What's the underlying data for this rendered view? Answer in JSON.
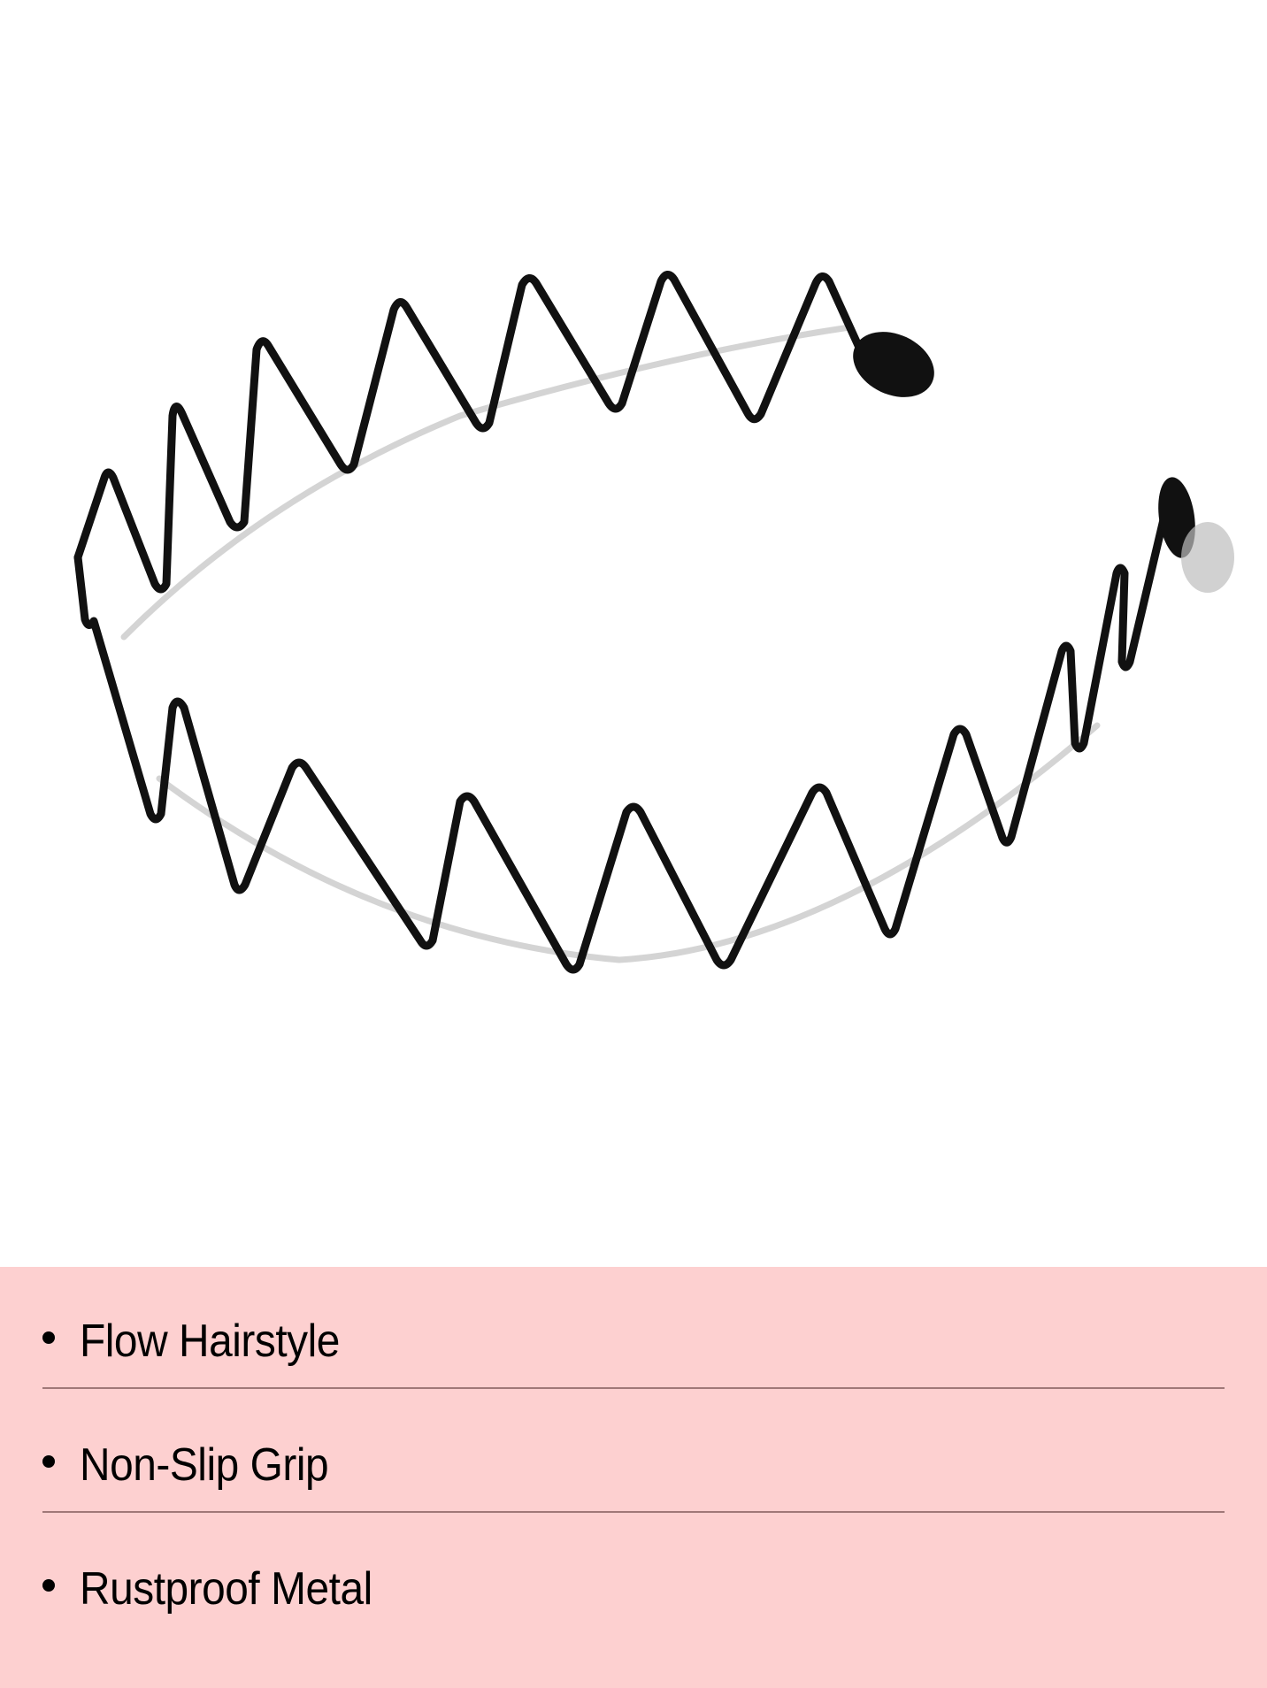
{
  "product": {
    "image_alt": "Black wavy metal spring headband",
    "colors": {
      "background": "#ffffff",
      "wire": "#111111",
      "shadow": "#c8c8c8"
    }
  },
  "features": {
    "panel_color": "#fdd0d0",
    "divider_color": "#a07878",
    "items": [
      {
        "label": "Flow Hairstyle"
      },
      {
        "label": "Non-Slip Grip"
      },
      {
        "label": "Rustproof Metal"
      }
    ]
  }
}
